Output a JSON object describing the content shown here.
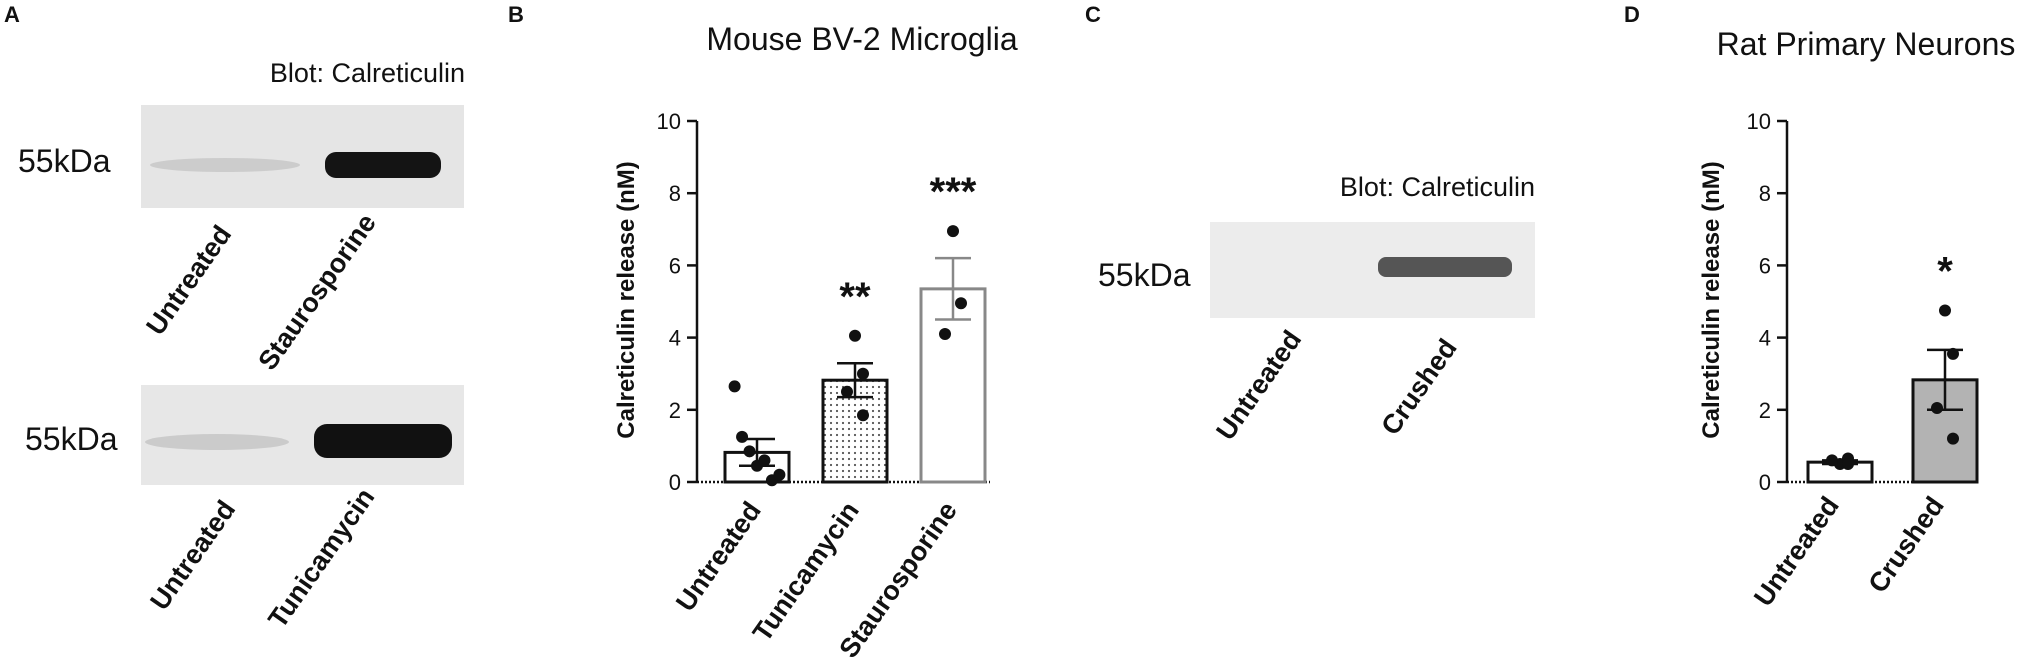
{
  "panels": {
    "A": {
      "label": "A",
      "blots": [
        {
          "header": "Blot: Calreticulin",
          "marker": "55kDa",
          "lanes": [
            "Untreated",
            "Staurosporine"
          ]
        },
        {
          "header": "",
          "marker": "55kDa",
          "lanes": [
            "Untreated",
            "Tunicamycin"
          ]
        }
      ]
    },
    "C": {
      "label": "C",
      "blot": {
        "header": "Blot: Calreticulin",
        "marker": "55kDa",
        "lanes": [
          "Untreated",
          "Crushed"
        ]
      }
    }
  },
  "chart_data": [
    {
      "panel": "B",
      "type": "bar",
      "title": "Mouse BV-2 Microglia",
      "ylabel": "Calreticulin release (nM)",
      "ylim": [
        0,
        10
      ],
      "yticks": [
        0,
        2,
        4,
        6,
        8,
        10
      ],
      "categories": [
        "Untreated",
        "Tunicamycin",
        "Staurosporine"
      ],
      "values": [
        0.82,
        2.82,
        5.35
      ],
      "sem": [
        0.37,
        0.47,
        0.85
      ],
      "significance": [
        "",
        "**",
        "***"
      ],
      "fills": [
        "#ffffff",
        "dotted",
        "#ffffff"
      ],
      "strokes": [
        "#111111",
        "#111111",
        "#888888"
      ],
      "points": [
        [
          2.65,
          1.25,
          0.85,
          0.45,
          0.6,
          0.05,
          0.2
        ],
        [
          4.05,
          3.0,
          2.5,
          1.85
        ],
        [
          6.95,
          4.95,
          4.1
        ]
      ]
    },
    {
      "panel": "D",
      "type": "bar",
      "title": "Rat Primary Neurons",
      "ylabel": "Calreticulin release (nM)",
      "ylim": [
        0,
        10
      ],
      "yticks": [
        0,
        2,
        4,
        6,
        8,
        10
      ],
      "categories": [
        "Untreated",
        "Crushed"
      ],
      "values": [
        0.55,
        2.83
      ],
      "sem": [
        0.05,
        0.83
      ],
      "significance": [
        "",
        "*"
      ],
      "fills": [
        "#ffffff",
        "#b3b3b3"
      ],
      "strokes": [
        "#111111",
        "#111111"
      ],
      "points": [
        [
          0.5,
          0.65,
          0.6,
          0.5
        ],
        [
          4.75,
          3.55,
          2.05,
          1.2
        ]
      ]
    }
  ]
}
